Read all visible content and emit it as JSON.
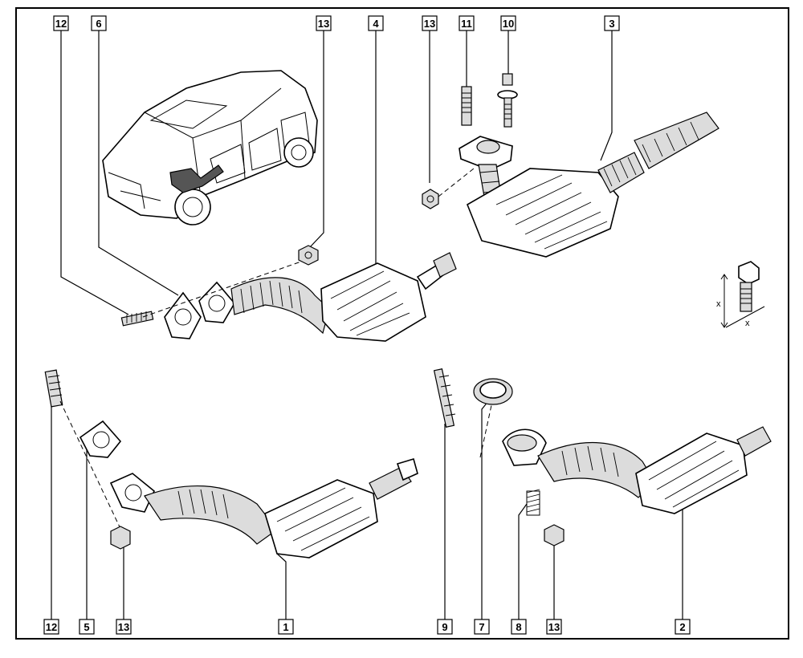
{
  "callouts": {
    "top": [
      "12",
      "6",
      "13",
      "4",
      "13",
      "11",
      "10",
      "3"
    ],
    "bottom": [
      "12",
      "5",
      "13",
      "1",
      "9",
      "7",
      "8",
      "13",
      "2"
    ]
  },
  "dimension_labels": {
    "height": "x",
    "width": "x"
  },
  "colors": {
    "line": "#000000",
    "background": "#ffffff",
    "shade": "#dcdcdc",
    "highlight": "#555555"
  }
}
